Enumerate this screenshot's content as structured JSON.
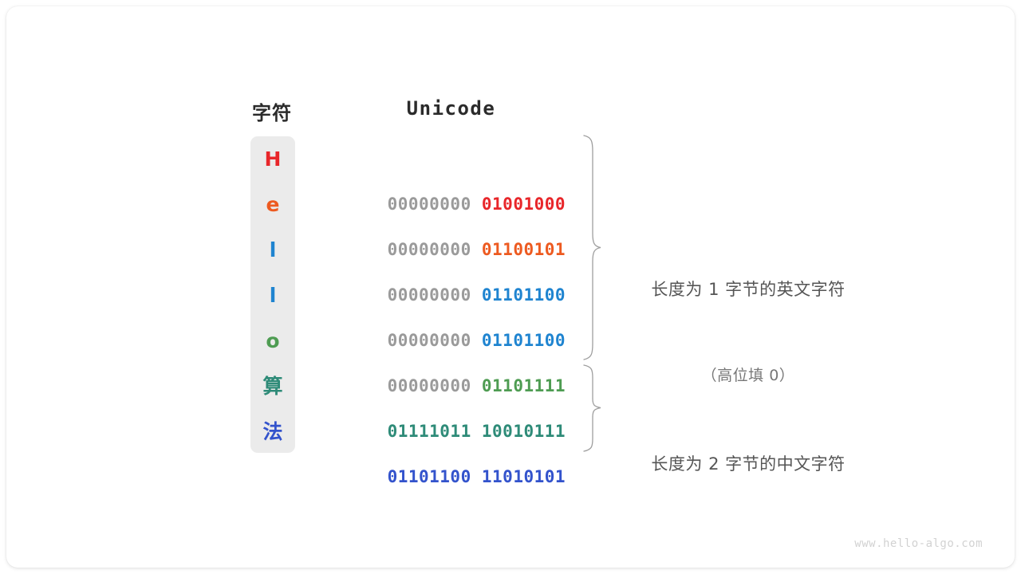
{
  "figure": {
    "headers": {
      "char": "字符",
      "unicode": "Unicode"
    },
    "rows": [
      {
        "char": "H",
        "color": "#e8262a",
        "high_byte": "00000000",
        "low_byte": "01001000"
      },
      {
        "char": "e",
        "color": "#ed5a20",
        "high_byte": "00000000",
        "low_byte": "01100101"
      },
      {
        "char": "l",
        "color": "#1f84d0",
        "high_byte": "00000000",
        "low_byte": "01101100"
      },
      {
        "char": "l",
        "color": "#1f84d0",
        "high_byte": "00000000",
        "low_byte": "01101100"
      },
      {
        "char": "o",
        "color": "#4e9c52",
        "high_byte": "00000000",
        "low_byte": "01101111"
      },
      {
        "char": "算",
        "color": "#2e8b78",
        "high_byte": "01111011",
        "low_byte": "10010111"
      },
      {
        "char": "法",
        "color": "#3353cc",
        "high_byte": "01101100",
        "low_byte": "11010101"
      }
    ],
    "annotations": [
      {
        "line1": "长度为 1 字节的英文字符",
        "line2": "（高位填 0）"
      },
      {
        "line1": "长度为 2 字节的中文字符",
        "line2": ""
      }
    ],
    "watermark": "www.hello-algo.com",
    "colors": {
      "pill_background": "#ebebeb",
      "high_byte_gray": "#9a9a9a",
      "annotation_gray": "#555555",
      "brace_gray": "#9e9e9e"
    }
  }
}
